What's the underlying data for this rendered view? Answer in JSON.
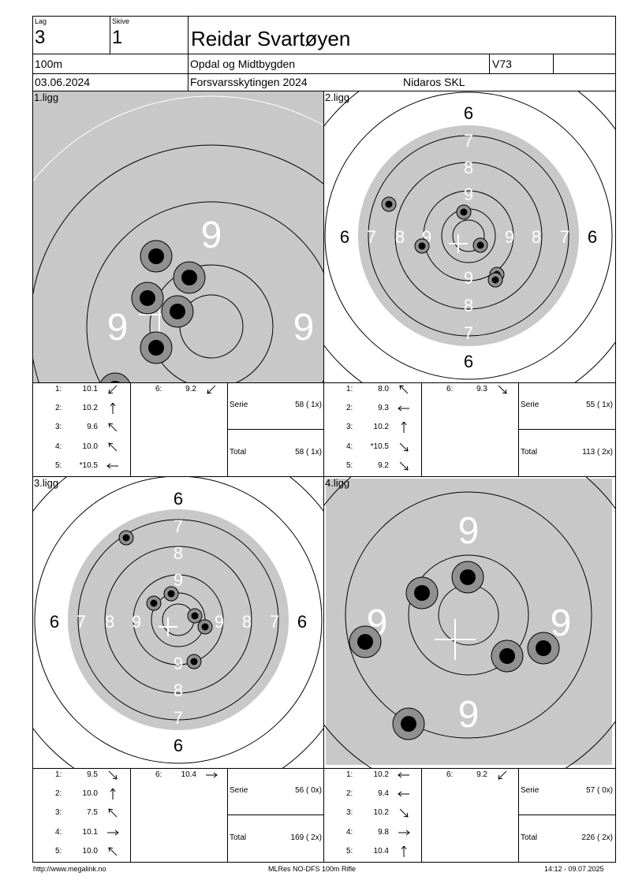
{
  "header": {
    "lag_label": "Lag",
    "lag_value": "3",
    "skive_label": "Skive",
    "skive_value": "1",
    "name": "Reidar Svartøyen",
    "distance": "100m",
    "club": "Opdal og Midtbygden",
    "class": "V73",
    "date": "03.06.2024",
    "event": "Forsvarsskytingen 2024",
    "organizer": "Nidaros SKL"
  },
  "series": [
    {
      "label": "1.ligg",
      "view": "zoom",
      "shots": [
        {
          "n": "1:",
          "score": "10.1",
          "dir": "sw"
        },
        {
          "n": "2:",
          "score": "10.2",
          "dir": "n"
        },
        {
          "n": "3:",
          "score": "9.6",
          "dir": "nw"
        },
        {
          "n": "4:",
          "score": "10.0",
          "dir": "nw"
        },
        {
          "n": "5:",
          "score": "*10.5",
          "dir": "w"
        },
        {
          "n": "6:",
          "score": "9.2",
          "dir": "sw"
        }
      ],
      "serie_label": "Serie",
      "serie_value": "58 ( 1x)",
      "total_label": "Total",
      "total_value": "58 ( 1x)"
    },
    {
      "label": "2.ligg",
      "view": "full",
      "shots": [
        {
          "n": "1:",
          "score": "8.0",
          "dir": "nw"
        },
        {
          "n": "2:",
          "score": "9.3",
          "dir": "w"
        },
        {
          "n": "3:",
          "score": "10.2",
          "dir": "n"
        },
        {
          "n": "4:",
          "score": "*10.5",
          "dir": "se"
        },
        {
          "n": "5:",
          "score": "9.2",
          "dir": "se"
        },
        {
          "n": "6:",
          "score": "9.3",
          "dir": "se"
        }
      ],
      "serie_label": "Serie",
      "serie_value": "55 ( 1x)",
      "total_label": "Total",
      "total_value": "113 ( 2x)"
    },
    {
      "label": "3.ligg",
      "view": "full",
      "shots": [
        {
          "n": "1:",
          "score": "9.5",
          "dir": "se"
        },
        {
          "n": "2:",
          "score": "10.0",
          "dir": "n"
        },
        {
          "n": "3:",
          "score": "7.5",
          "dir": "nw"
        },
        {
          "n": "4:",
          "score": "10.1",
          "dir": "e"
        },
        {
          "n": "5:",
          "score": "10.0",
          "dir": "nw"
        },
        {
          "n": "6:",
          "score": "10.4",
          "dir": "e"
        }
      ],
      "serie_label": "Serie",
      "serie_value": "56 ( 0x)",
      "total_label": "Total",
      "total_value": "169 ( 2x)"
    },
    {
      "label": "4.ligg",
      "view": "zoom",
      "shots": [
        {
          "n": "1:",
          "score": "10.2",
          "dir": "w"
        },
        {
          "n": "2:",
          "score": "9.4",
          "dir": "w"
        },
        {
          "n": "3:",
          "score": "10.2",
          "dir": "se"
        },
        {
          "n": "4:",
          "score": "9.8",
          "dir": "e"
        },
        {
          "n": "5:",
          "score": "10.4",
          "dir": "n"
        },
        {
          "n": "6:",
          "score": "9.2",
          "dir": "sw"
        }
      ],
      "serie_label": "Serie",
      "serie_value": "57 ( 0x)",
      "total_label": "Total",
      "total_value": "226 ( 2x)"
    }
  ],
  "footer": {
    "left": "http://www.megalink.no",
    "center": "MLRes NO-DFS 100m Rifle",
    "right": "14:12 - 09.07.2025"
  },
  "colors": {
    "gray": "#c8c8c8",
    "shot_halo": "#909090",
    "shot": "#000000"
  }
}
